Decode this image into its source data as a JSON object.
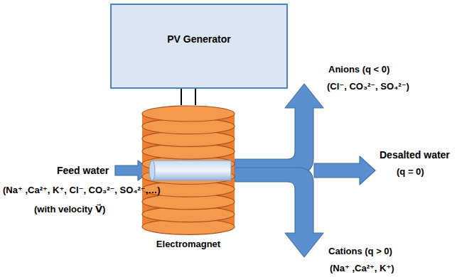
{
  "diagram": {
    "nodes": [
      {
        "text": [
          "PV Generator"
        ]
      },
      {
        "text": [
          "Electromagnet"
        ]
      }
    ],
    "edges": [
      {
        "from": 0,
        "to": 1,
        "arrow": "none"
      },
      {
        "from": 0,
        "to": 1,
        "arrow": "none"
      }
    ],
    "labels": [
      "Feed water",
      "(Na⁺ ,Ca²⁺, K⁺, Cl⁻, CO₃²⁻, SO₄²⁻,…)",
      "(with velocity V⃗)",
      "Anions (q < 0)",
      "(Cl⁻, CO₃²⁻, SO₄²⁻)",
      "Desalted water",
      "(q = 0)",
      "Cations (q > 0)",
      "(Na⁺ ,Ca²⁺, K⁺)"
    ]
  }
}
